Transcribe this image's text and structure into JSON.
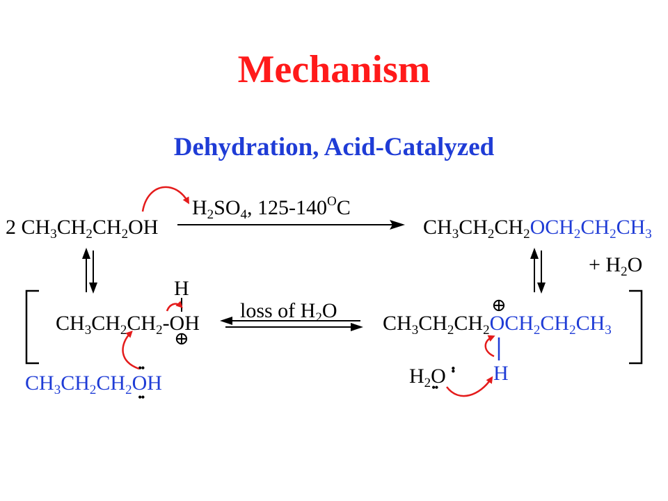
{
  "title": "Mechanism",
  "subtitle": "Dehydration, Acid-Catalyzed",
  "reaction": {
    "reactant_coeff": "2",
    "reagent": {
      "formula": "H",
      "s1": "2",
      "mid": "SO",
      "s2": "4",
      "rest": ", 125-140",
      "deg": "O",
      "unit": "C"
    },
    "product": {
      "left_a": "CH",
      "s1": "3",
      "left_b": "CH",
      "s2": "2",
      "left_c": "CH",
      "s3": "2",
      "right_a": "OCH",
      "s4": "2",
      "right_b": "CH",
      "s5": "2",
      "right_c": "CH",
      "s6": "3"
    },
    "byproduct": {
      "plus": "+",
      "a": "H",
      "s": "2",
      "b": "O"
    },
    "loss_label": {
      "a": "loss of H",
      "s": "2",
      "b": "O"
    }
  },
  "intermediates": {
    "protonated_alcohol": {
      "a": "CH",
      "s1": "3",
      "b": "CH",
      "s2": "2",
      "c": "CH",
      "s3": "2",
      "d": "-OH",
      "h_top": "H",
      "charge": "⊕"
    },
    "nucleophile": {
      "a": "CH",
      "s1": "3",
      "b": "CH",
      "s2": "2",
      "c": "CH",
      "s3": "2",
      "d": "OH",
      "lone_pair": "••"
    },
    "protonated_ether": {
      "a": "CH",
      "s1": "3",
      "b": "CH",
      "s2": "2",
      "c": "CH",
      "s3": "2",
      "d": "OCH",
      "s4": "2",
      "e": "CH",
      "s5": "2",
      "f": "CH",
      "s6": "3",
      "charge": "⊕",
      "h_bottom": "H"
    },
    "water_base": {
      "a": "H",
      "s": "2",
      "b": "O",
      "lone_pair": "••"
    }
  },
  "colors": {
    "title": "#ff1a1a",
    "highlight": "#1f3cd6",
    "arrow": "#e41b1b",
    "text": "#000000"
  }
}
